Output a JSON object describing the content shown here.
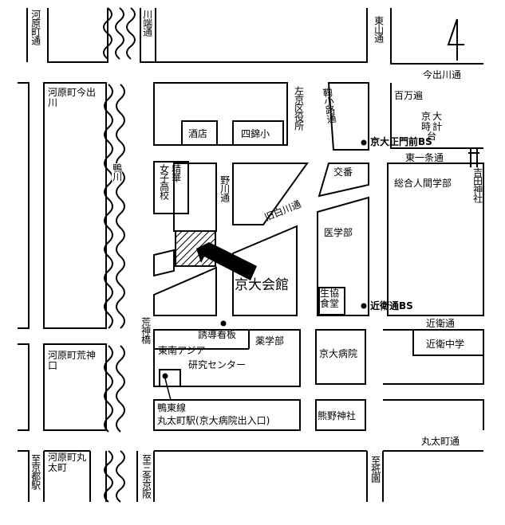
{
  "streets": {
    "kawaramachi_dori": "河原町通",
    "kawabata_dori": "川端通",
    "higashiyama_dori": "東山通",
    "imadegawa_dori": "今出川通",
    "higashi_ichijo_dori": "東一条通",
    "kyu_shirakawa_dori": "旧白川通",
    "konoe_dori": "近衛通",
    "marutamachi_dori": "丸太町通",
    "nogawa_dori": "野川通",
    "korokoji_dori": "鞠小路通"
  },
  "river": {
    "name": "鴨川"
  },
  "bridge": {
    "name": "荒神橋"
  },
  "places": {
    "kawaramachi_imadegawa": "河原町今出川",
    "kawaramachi_kojinguchi": "河原町荒神口",
    "kawaramachi_marutamachi": "河原町丸太町",
    "sakyo_ward_office": "左京区役所",
    "sakaten": "酒店",
    "shinishiki_school": "四錦小",
    "seika_girls_hs": "女子高校",
    "seika_girls_hs_top": "精華",
    "hyakumanben": "百万遍",
    "kyodai_clock_tower": "京大時計台",
    "kyodai_seimon_bs": "京大正門前BS",
    "yoshida_shrine": "吉田神社",
    "koban": "交番",
    "integrated_human_studies": "総合人間学部",
    "medicine": "医学部",
    "coop_cafeteria": "生協食堂",
    "konoe_dori_bs": "近衛通BS",
    "kyodai_kaikan": "京大会館",
    "guide_board": "誘導看板",
    "pharmacy": "薬学部",
    "se_asia_center_1": "東南アジア",
    "se_asia_center_2": "研究センター",
    "kyodai_hospital": "京大病院",
    "konoe_junior_high": "近衛中学",
    "kumano_shrine": "熊野神社",
    "kamo_higashi_line_1": "鴨東線",
    "kamo_higashi_line_2": "丸太町駅(京大病院出入口)",
    "to_kyoto_station": "至京都駅",
    "to_sanjo_keihan": "至三条京阪",
    "to_gion": "至祇園"
  },
  "compass": "N",
  "colors": {
    "ink": "#000000",
    "paper": "#ffffff"
  }
}
